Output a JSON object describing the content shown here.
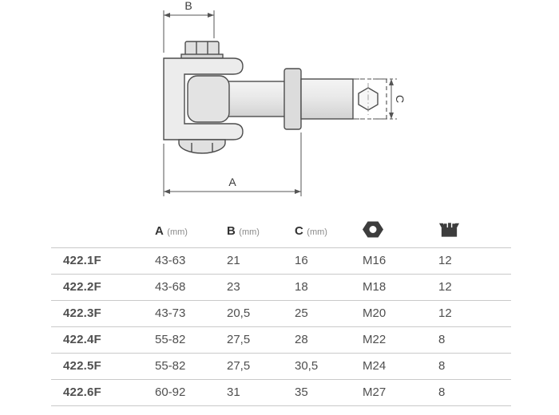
{
  "drawing": {
    "labels": {
      "a": "A",
      "b": "B",
      "c": "C"
    }
  },
  "table": {
    "headers": [
      {
        "letter": "A",
        "unit": "(mm)"
      },
      {
        "letter": "B",
        "unit": "(mm)"
      },
      {
        "letter": "C",
        "unit": "(mm)"
      }
    ],
    "icons": {
      "nut": "hex-nut-icon",
      "pack": "package-icon"
    },
    "rows": [
      {
        "code": "422.1F",
        "a": "43-63",
        "b": "21",
        "c": "16",
        "nut": "M16",
        "qty": "12"
      },
      {
        "code": "422.2F",
        "a": "43-68",
        "b": "23",
        "c": "18",
        "nut": "M18",
        "qty": "12"
      },
      {
        "code": "422.3F",
        "a": "43-73",
        "b": "20,5",
        "c": "25",
        "nut": "M20",
        "qty": "12"
      },
      {
        "code": "422.4F",
        "a": "55-82",
        "b": "27,5",
        "c": "28",
        "nut": "M22",
        "qty": "8"
      },
      {
        "code": "422.5F",
        "a": "55-82",
        "b": "27,5",
        "c": "30,5",
        "nut": "M24",
        "qty": "8"
      },
      {
        "code": "422.6F",
        "a": "60-92",
        "b": "31",
        "c": "35",
        "nut": "M27",
        "qty": "8"
      }
    ]
  },
  "colors": {
    "outline": "#4d4d4d",
    "dimension": "#555555",
    "rule": "#c9c9c9",
    "text_dark": "#333333",
    "text_gray": "#4f4f4f",
    "icon": "#3d3d3d",
    "part_fill": "#ececec"
  }
}
